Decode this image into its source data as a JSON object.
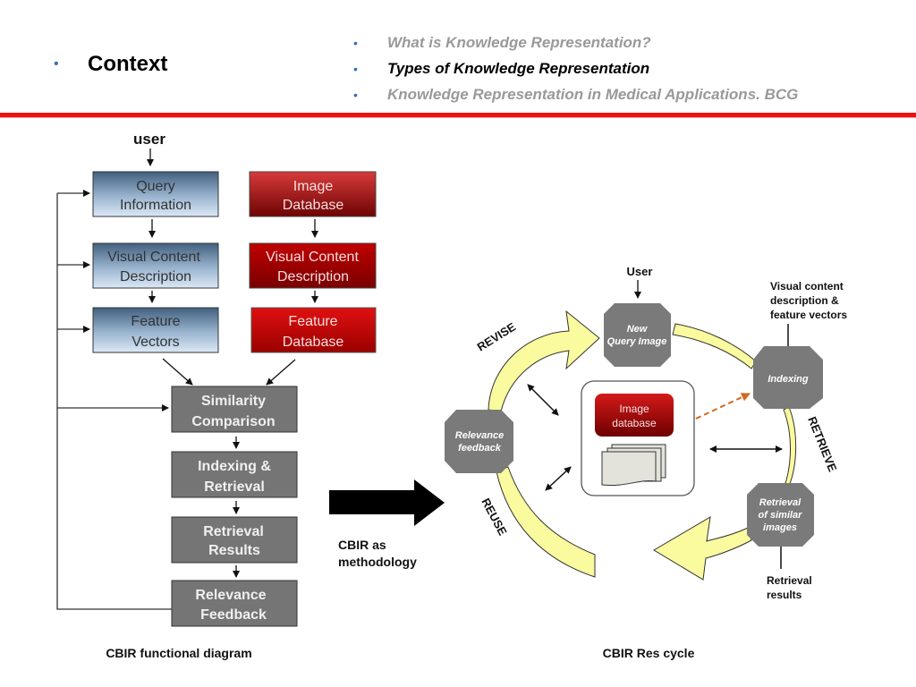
{
  "header": {
    "section_title": "Context",
    "topics": [
      {
        "label": "What is Knowledge Representation?",
        "state": "dim"
      },
      {
        "label": "Types of Knowledge Representation",
        "state": "active"
      },
      {
        "label": "Knowledge Representation in Medical Applications. BCG",
        "state": "dim"
      }
    ],
    "accent_color": "#ee1111",
    "bullet_color": "#3a6fb0"
  },
  "functional_diagram": {
    "caption": "CBIR functional diagram",
    "input_label": "user",
    "query_column": [
      {
        "line1": "Query",
        "line2": "Information"
      },
      {
        "line1": "Visual Content",
        "line2": "Description"
      },
      {
        "line1": "Feature",
        "line2": "Vectors"
      }
    ],
    "database_column": [
      {
        "line1": "Image",
        "line2": "Database"
      },
      {
        "line1": "Visual Content",
        "line2": "Description"
      },
      {
        "line1": "Feature",
        "line2": "Database"
      }
    ],
    "pipeline": [
      {
        "line1": "Similarity",
        "line2": "Comparison"
      },
      {
        "line1": "Indexing &",
        "line2": "Retrieval"
      },
      {
        "line1": "Retrieval",
        "line2": "Results"
      },
      {
        "line1": "Relevance",
        "line2": "Feedback"
      }
    ],
    "colors": {
      "query_box": "#4a6a8a",
      "db_box": "#b01010",
      "pipeline_box": "#757575"
    }
  },
  "transition": {
    "line1": "CBIR as",
    "line2": "methodology"
  },
  "res_cycle": {
    "caption": "CBIR Res cycle",
    "user_label": "User",
    "nodes": {
      "new_query": {
        "line1": "New",
        "line2": "Query Image"
      },
      "indexing": {
        "line1": "Indexing"
      },
      "retrieval": {
        "line1": "Retrieval",
        "line2": "of similar",
        "line3": "images"
      },
      "relevance": {
        "line1": "Relevance",
        "line2": "feedback"
      }
    },
    "center": {
      "line1": "Image",
      "line2": "database"
    },
    "phases": {
      "revise": "REVISE",
      "retrieve": "RETRIEVE",
      "reuse": "REUSE"
    },
    "annotations": {
      "visual_content": [
        "Visual content",
        "description &",
        "feature vectors"
      ],
      "retrieval_results": [
        "Retrieval",
        "results"
      ]
    },
    "colors": {
      "arc": "#fafa9e",
      "node": "#7a7a7a",
      "dashed": "#d2691e"
    }
  }
}
